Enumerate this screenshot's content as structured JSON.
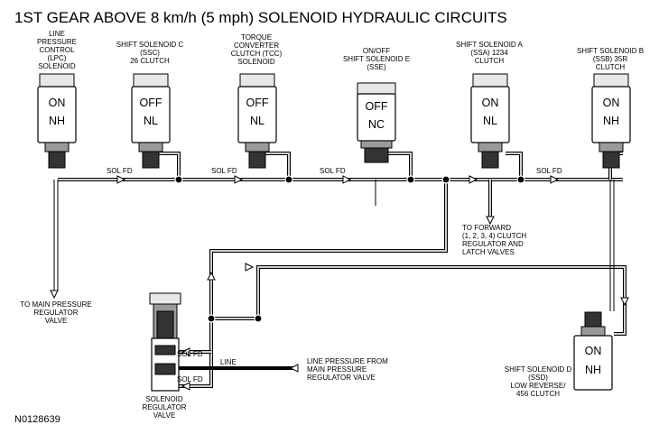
{
  "title": "1ST GEAR ABOVE 8 km/h (5 mph) SOLENOID HYDRAULIC CIRCUITS",
  "figure_id": "N0128639",
  "solenoids": [
    {
      "id": "lpc",
      "label_lines": [
        "LINE",
        "PRESSURE",
        "CONTROL",
        "(LPC)",
        "SOLENOID"
      ],
      "state": "ON",
      "type": "NH"
    },
    {
      "id": "ssc",
      "label_lines": [
        "SHIFT SOLENOID C",
        "(SSC)",
        "26 CLUTCH"
      ],
      "state": "OFF",
      "type": "NL"
    },
    {
      "id": "tcc",
      "label_lines": [
        "TORQUE",
        "CONVERTER",
        "CLUTCH (TCC)",
        "SOLENOID"
      ],
      "state": "OFF",
      "type": "NL"
    },
    {
      "id": "sse",
      "label_lines": [
        "ON/OFF",
        "SHIFT SOLENOID E",
        "(SSE)"
      ],
      "state": "OFF",
      "type": "NC"
    },
    {
      "id": "ssa",
      "label_lines": [
        "SHIFT SOLENOID A",
        "(SSA) 1234",
        "CLUTCH"
      ],
      "state": "ON",
      "type": "NL"
    },
    {
      "id": "ssb",
      "label_lines": [
        "SHIFT SOLENOID B",
        "(SSB) 35R",
        "CLUTCH"
      ],
      "state": "ON",
      "type": "NH"
    },
    {
      "id": "ssd",
      "label_lines": [
        "SHIFT SOLENOID D",
        "(SSD)",
        "LOW REVERSE/",
        "456 CLUTCH"
      ],
      "state": "ON",
      "type": "NH"
    }
  ],
  "flow_labels": {
    "sol_fd": "SOL FD",
    "line": "LINE"
  },
  "callouts": {
    "to_main_regulator": [
      "TO MAIN PRESSURE",
      "REGULATOR",
      "VALVE"
    ],
    "to_forward": [
      "TO FORWARD",
      "(1, 2, 3, 4) CLUTCH",
      "REGULATOR AND",
      "LATCH VALVES"
    ],
    "line_from_main": [
      "LINE PRESSURE FROM",
      "MAIN PRESSURE",
      "REGULATOR VALVE"
    ],
    "solenoid_regulator": [
      "SOLENOID",
      "REGULATOR",
      "VALVE"
    ]
  }
}
